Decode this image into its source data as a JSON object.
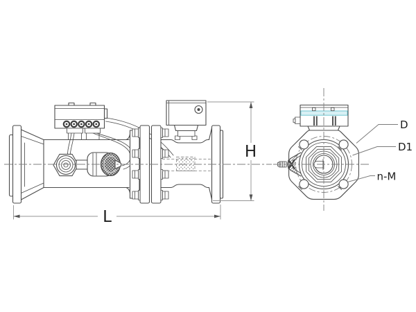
{
  "figure": {
    "kind": "technical-drawing",
    "subject": "flanged flow meter, side view and front flange view"
  },
  "labels": {
    "length": "L",
    "height": "H",
    "outer_diameter": "D",
    "bolt_circle_diameter": "D1",
    "bolt_thread": "n-M"
  },
  "colors": {
    "background": "#ffffff",
    "line": "#4b4b4b",
    "dimension_line": "#949494",
    "centerline": "#7e7e7e",
    "text": "#1d1d1d",
    "accent_band_fill": "#d8f0f4",
    "accent_band_stroke": "#62bfce"
  }
}
